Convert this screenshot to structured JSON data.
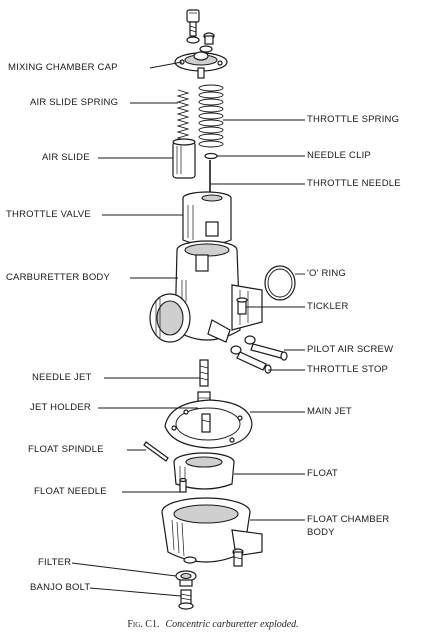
{
  "figure": {
    "fig_label": "Fig. C1.",
    "caption": "Concentric carburetter exploded."
  },
  "labels": {
    "mixing_chamber_cap": "MIXING CHAMBER CAP",
    "air_slide_spring": "AIR SLIDE SPRING",
    "air_slide": "AIR SLIDE",
    "throttle_valve": "THROTTLE VALVE",
    "carburetter_body": "CARBURETTER BODY",
    "needle_jet": "NEEDLE JET",
    "jet_holder": "JET HOLDER",
    "float_spindle": "FLOAT SPINDLE",
    "float_needle": "FLOAT NEEDLE",
    "filter": "FILTER",
    "banjo_bolt": "BANJO BOLT",
    "throttle_spring": "THROTTLE SPRING",
    "needle_clip": "NEEDLE CLIP",
    "throttle_needle": "THROTTLE NEEDLE",
    "o_ring": "'O' RING",
    "tickler": "TICKLER",
    "pilot_air_screw": "PILOT AIR SCREW",
    "throttle_stop": "THROTTLE STOP",
    "main_jet": "MAIN JET",
    "float": "FLOAT",
    "float_chamber_body_line1": "FLOAT CHAMBER",
    "float_chamber_body_line2": "BODY"
  }
}
